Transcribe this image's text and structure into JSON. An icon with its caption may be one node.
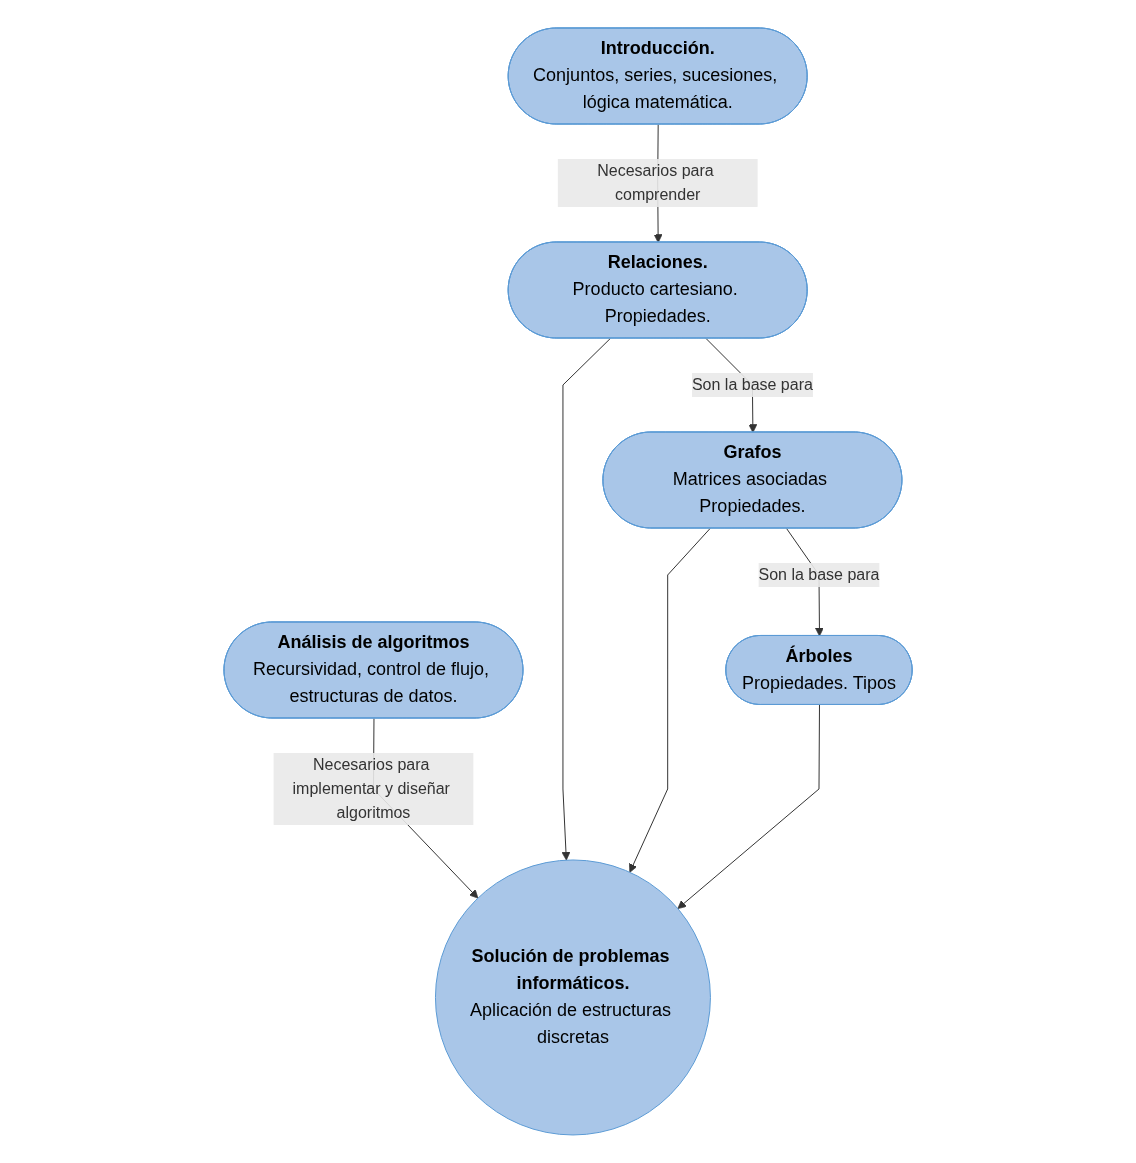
{
  "diagram": {
    "nodes": [
      {
        "text": [
          "Introducción.",
          "Conjuntos, series, sucesiones, lógica matemática."
        ]
      },
      {
        "text": [
          "Análisis de algoritmos",
          "Recursividad, control de flujo, estructuras de datos."
        ]
      },
      {
        "text": [
          "Relaciones.",
          "Producto cartesiano. Propiedades."
        ]
      },
      {
        "text": [
          "Grafos",
          "Matrices asociadas Propiedades."
        ]
      },
      {
        "text": [
          "Árboles",
          "Propiedades. Tipos"
        ]
      },
      {
        "text": [
          "Solución de problemas informáticos.",
          "Aplicación de estructuras discretas"
        ]
      }
    ],
    "edges": [
      {
        "from": 0,
        "to": 2,
        "arrow": "to",
        "label": "Necesarios para comprender"
      },
      {
        "from": 1,
        "to": 5,
        "arrow": "to",
        "label": "Necesarios para implementar y diseñar algoritmos"
      },
      {
        "from": 2,
        "to": 5,
        "arrow": "to"
      },
      {
        "from": 2,
        "to": 3,
        "arrow": "to",
        "label": "Son la base para"
      },
      {
        "from": 3,
        "to": 5,
        "arrow": "to"
      },
      {
        "from": 3,
        "to": 4,
        "arrow": "to",
        "label": "Son la base para"
      },
      {
        "from": 4,
        "to": 5,
        "arrow": "to"
      }
    ]
  }
}
